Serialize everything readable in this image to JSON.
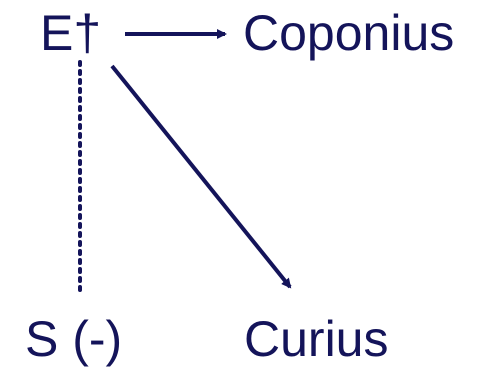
{
  "nodes": {
    "e": "E†",
    "coponius": "Coponius",
    "s": "S (-)",
    "curius": "Curius"
  },
  "colors": {
    "ink": "#14145a"
  }
}
